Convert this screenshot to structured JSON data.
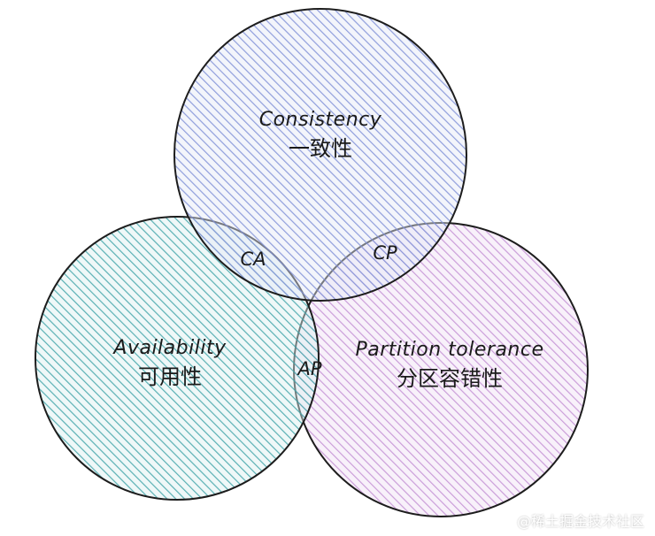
{
  "circles": {
    "consistency": {
      "label_en": "Consistency",
      "label_zh": "一致性",
      "color": "#7e8fd6"
    },
    "availability": {
      "label_en": "Availability",
      "label_zh": "可用性",
      "color": "#3fa3a8"
    },
    "partition": {
      "label_en": "Partition tolerance",
      "label_zh": "分区容错性",
      "color": "#c28fd3"
    }
  },
  "overlaps": {
    "ca": "CA",
    "cp": "CP",
    "ap": "AP"
  },
  "watermark": "@稀土掘金技术社区"
}
